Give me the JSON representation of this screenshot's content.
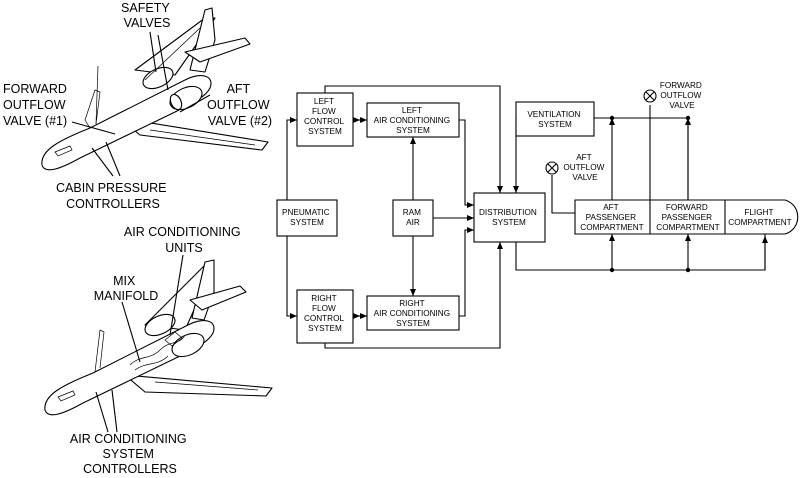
{
  "aircraft_top": {
    "safety_valves": [
      "SAFETY",
      "VALVES"
    ],
    "forward_outflow": [
      "FORWARD",
      "OUTFLOW",
      "VALVE (#1)"
    ],
    "aft_outflow": [
      "AFT",
      "OUTFLOW",
      "VALVE (#2)"
    ],
    "cabin_pressure": [
      "CABIN  PRESSURE",
      "CONTROLLERS"
    ]
  },
  "aircraft_bottom": {
    "ac_units": [
      "AIR CONDITIONING",
      "UNITS"
    ],
    "mix_manifold": [
      "MIX",
      "MANIFOLD"
    ],
    "ac_controllers": [
      "AIR CONDITIONING",
      "SYSTEM",
      "CONTROLLERS"
    ]
  },
  "boxes": {
    "left_flow": [
      "LEFT",
      "FLOW",
      "CONTROL",
      "SYSTEM"
    ],
    "left_ac": [
      "LEFT",
      "AIR CONDITIONING",
      "SYSTEM"
    ],
    "pneumatic": [
      "PNEUMATIC",
      "SYSTEM"
    ],
    "ram_air": [
      "RAM",
      "AIR"
    ],
    "distribution": [
      "DISTRIBUTION",
      "SYSTEM"
    ],
    "right_flow": [
      "RIGHT",
      "FLOW",
      "CONTROL",
      "SYSTEM"
    ],
    "right_ac": [
      "RIGHT",
      "AIR CONDITIONING",
      "SYSTEM"
    ],
    "ventilation": [
      "VENTILATION",
      "SYSTEM"
    ],
    "aft_passenger": [
      "AFT",
      "PASSENGER",
      "COMPARTMENT"
    ],
    "forward_passenger": [
      "FORWARD",
      "PASSENGER",
      "COMPARTMENT"
    ],
    "flight_compartment": [
      "FLIGHT",
      "COMPARTMENT"
    ]
  },
  "valves": {
    "forward_outflow": [
      "FORWARD",
      "OUTFLOW",
      "VALVE"
    ],
    "aft_outflow": [
      "AFT",
      "OUTFLOW",
      "VALVE"
    ]
  }
}
